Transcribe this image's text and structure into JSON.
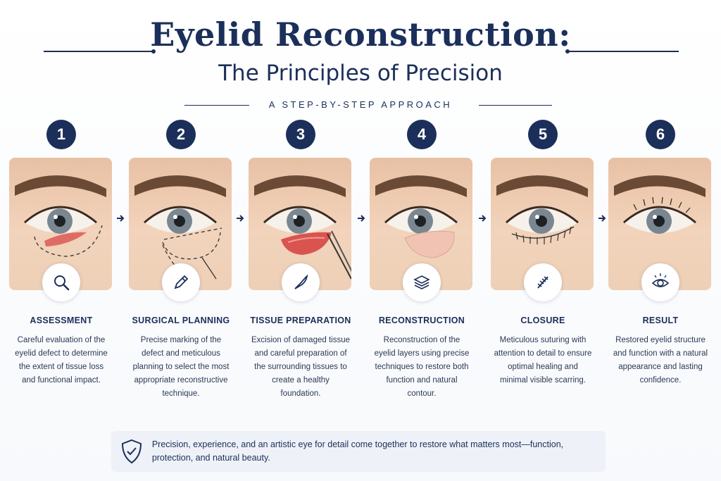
{
  "header": {
    "title": "Eyelid Reconstruction:",
    "subtitle": "The Principles of Precision",
    "tagline": "A STEP-BY-STEP APPROACH"
  },
  "colors": {
    "navy": "#1b2f5a",
    "skin": "#eccfb6",
    "wound": "#d9534f",
    "footer_bg": "#eef2f8"
  },
  "steps": [
    {
      "number": "1",
      "title": "ASSESSMENT",
      "icon": "magnifier-icon",
      "description": "Careful evaluation of the eyelid defect to determine the extent of tissue loss and functional impact."
    },
    {
      "number": "2",
      "title": "SURGICAL PLANNING",
      "icon": "pencil-icon",
      "description": "Precise marking of the defect and meticulous planning to select the most appropriate reconstructive technique."
    },
    {
      "number": "3",
      "title": "TISSUE PREPARATION",
      "icon": "scalpel-icon",
      "description": "Excision of damaged tissue and careful preparation of the surrounding tissues to create a healthy foundation."
    },
    {
      "number": "4",
      "title": "RECONSTRUCTION",
      "icon": "layers-icon",
      "description": "Reconstruction of the eyelid layers using precise techniques to restore both function and natural contour."
    },
    {
      "number": "5",
      "title": "CLOSURE",
      "icon": "suture-icon",
      "description": "Meticulous suturing with attention to detail to ensure optimal healing and minimal visible scarring."
    },
    {
      "number": "6",
      "title": "RESULT",
      "icon": "eye-icon",
      "description": "Restored eyelid structure and function with a natural appearance and lasting confidence."
    }
  ],
  "footer": {
    "icon": "shield-check-icon",
    "text": "Precision, experience, and an artistic eye for detail come together to restore what matters most—function, protection, and natural beauty."
  }
}
